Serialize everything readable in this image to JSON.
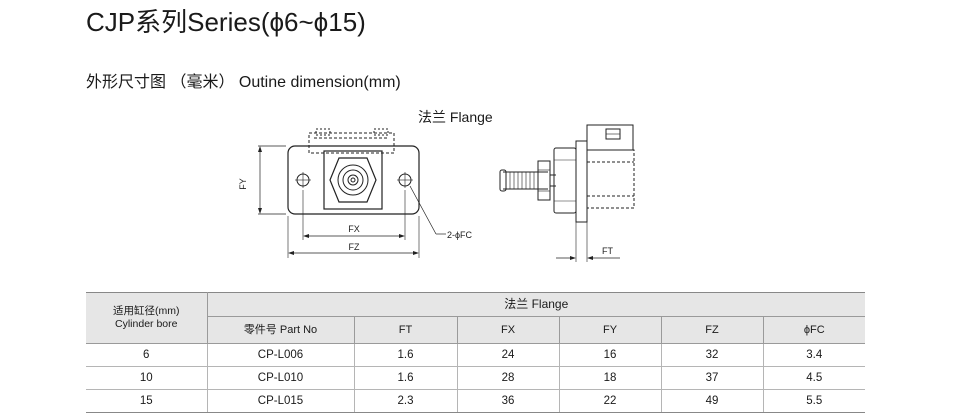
{
  "header": {
    "title": "CJP系列Series(ϕ6~ϕ15)",
    "subtitle": "外形尺寸图 （毫米） Outine dimension(mm)"
  },
  "drawing": {
    "caption": "法兰 Flange",
    "front_view": {
      "dim_fy": "FY",
      "dim_fx": "FX",
      "dim_fz": "FZ",
      "dim_fc": "2-ϕFC"
    },
    "side_view": {
      "dim_ft": "FT"
    }
  },
  "table": {
    "bore_header_line1": "适用缸径(mm)",
    "bore_header_line2": "Cylinder bore",
    "group_header": "法兰 Flange",
    "columns": [
      "零件号 Part No",
      "FT",
      "FX",
      "FY",
      "FZ",
      "ϕFC"
    ],
    "rows": [
      {
        "bore": "6",
        "part_no": "CP-L006",
        "ft": "1.6",
        "fx": "24",
        "fy": "16",
        "fz": "32",
        "fc": "3.4"
      },
      {
        "bore": "10",
        "part_no": "CP-L010",
        "ft": "1.6",
        "fx": "28",
        "fy": "18",
        "fz": "37",
        "fc": "4.5"
      },
      {
        "bore": "15",
        "part_no": "CP-L015",
        "ft": "2.3",
        "fx": "36",
        "fy": "22",
        "fz": "49",
        "fc": "5.5"
      }
    ]
  }
}
